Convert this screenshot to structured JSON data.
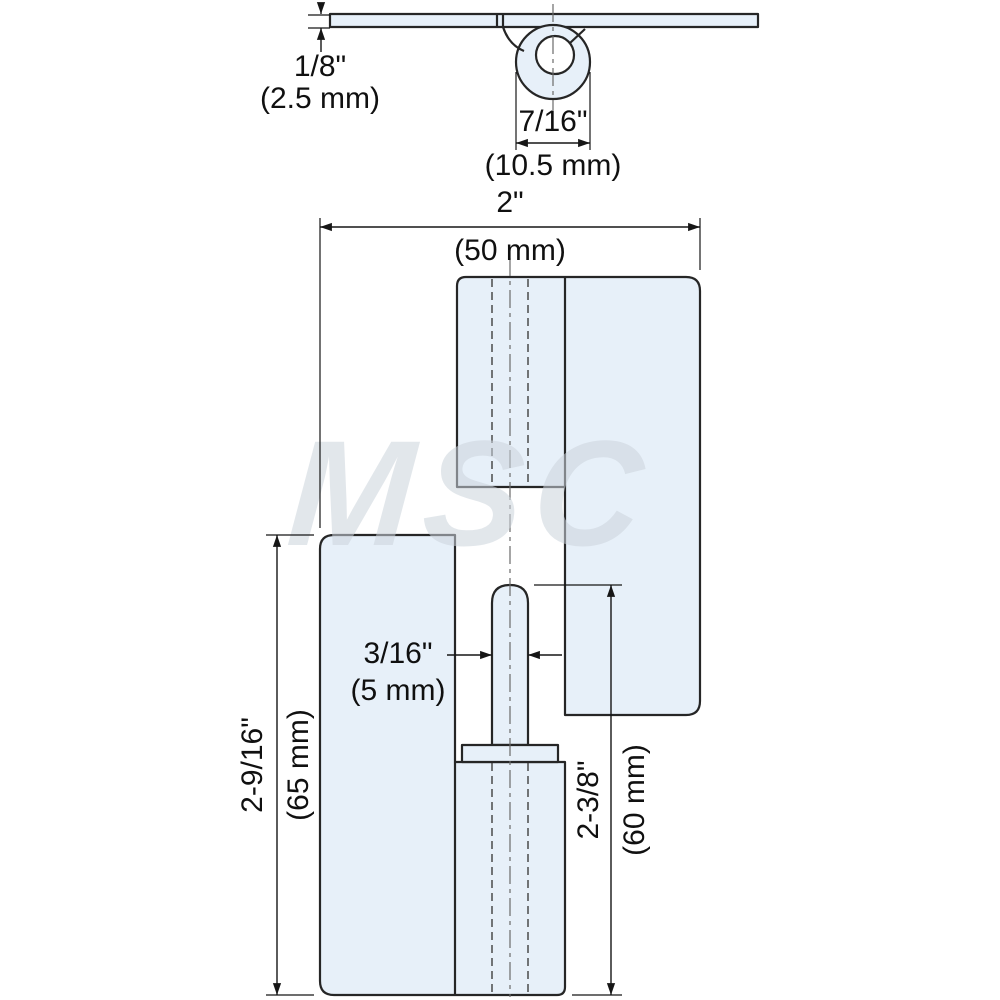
{
  "watermark": "MSC",
  "colors": {
    "background": "#ffffff",
    "leaf_fill": "#e7f0f9",
    "line": "#262626",
    "dim_line": "#161616",
    "watermark": "#ccd4dc"
  },
  "dimensions": {
    "thickness": {
      "imperial": "1/8\"",
      "metric": "(2.5 mm)"
    },
    "knuckle_diameter": {
      "imperial": "7/16\"",
      "metric": "(10.5 mm)"
    },
    "overall_width": {
      "imperial": "2\"",
      "metric": "(50 mm)"
    },
    "left_leaf_height": {
      "imperial": "2-9/16\"",
      "metric": "(65 mm)"
    },
    "pin_width": {
      "imperial": "3/16\"",
      "metric": "(5 mm)"
    },
    "right_leaf_height": {
      "imperial": "2-3/8\"",
      "metric": "(60 mm)"
    }
  }
}
